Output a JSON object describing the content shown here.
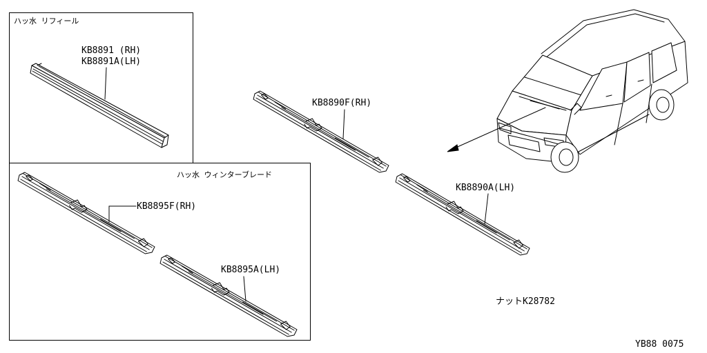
{
  "boxes": {
    "refill_box": {
      "title": "ハッ水 リフィール",
      "part_rh": "KB8891 (RH)",
      "part_lh": "KB8891A(LH)"
    },
    "winter_box": {
      "title": "ハッ水 ウィンターブレード",
      "part_rh": "KB8895F(RH)",
      "part_lh": "KB8895A(LH)"
    }
  },
  "main_parts": {
    "blade_rh": "KB8890F(RH)",
    "blade_lh": "KB8890A(LH)",
    "nut": "ナットK28782"
  },
  "diagram_code": "YB88 0075"
}
